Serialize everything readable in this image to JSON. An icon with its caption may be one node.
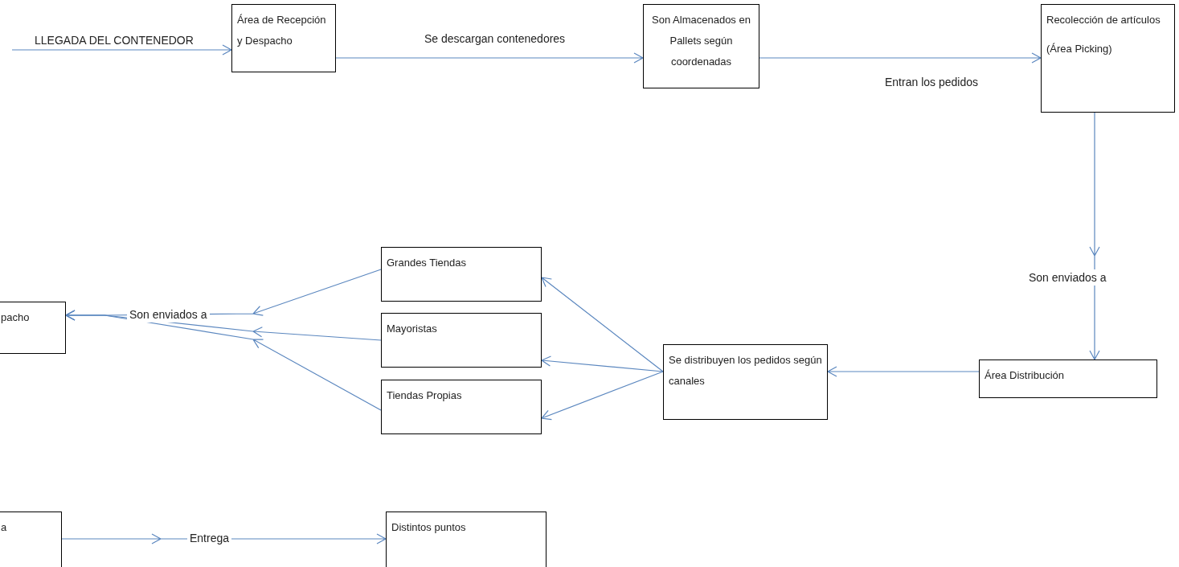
{
  "diagram": {
    "nodes": [
      {
        "text": [
          "Área  de Recepción y Despacho"
        ]
      },
      {
        "text": [
          "Son Almacenados en Pallets según coordenadas"
        ]
      },
      {
        "text": [
          "Recolección de artículos",
          "(Área Picking)"
        ]
      },
      {
        "text": [
          "Área Distribución"
        ]
      },
      {
        "text": [
          "Se distribuyen los pedidos  según canales"
        ]
      },
      {
        "text": [
          "Grandes Tiendas"
        ]
      },
      {
        "text": [
          "Mayoristas"
        ]
      },
      {
        "text": [
          "Tiendas  Propias"
        ]
      },
      {
        "text": [
          "pacho"
        ]
      },
      {
        "text": [
          "a"
        ]
      },
      {
        "text": [
          "Distintos puntos"
        ]
      }
    ],
    "edges": [
      {
        "from": null,
        "to": 0,
        "arrow": "to",
        "label": "LLEGADA DEL CONTENEDOR"
      },
      {
        "from": 0,
        "to": 1,
        "arrow": "to",
        "label": "Se descargan contenedores"
      },
      {
        "from": 1,
        "to": 2,
        "arrow": "to",
        "label": "Entran los pedidos"
      },
      {
        "from": 2,
        "to": 3,
        "arrow": "to",
        "label": "Son enviados  a"
      },
      {
        "from": 3,
        "to": 4,
        "arrow": "to"
      },
      {
        "from": 4,
        "to": 5,
        "arrow": "to"
      },
      {
        "from": 4,
        "to": 6,
        "arrow": "to"
      },
      {
        "from": 4,
        "to": 7,
        "arrow": "to"
      },
      {
        "from": 5,
        "to": 8,
        "arrow": "to",
        "label": "Son enviados  a"
      },
      {
        "from": 6,
        "to": 8,
        "arrow": "to"
      },
      {
        "from": 7,
        "to": 8,
        "arrow": "to"
      },
      {
        "from": 9,
        "to": 10,
        "arrow": "to",
        "label": "Entrega"
      }
    ]
  }
}
